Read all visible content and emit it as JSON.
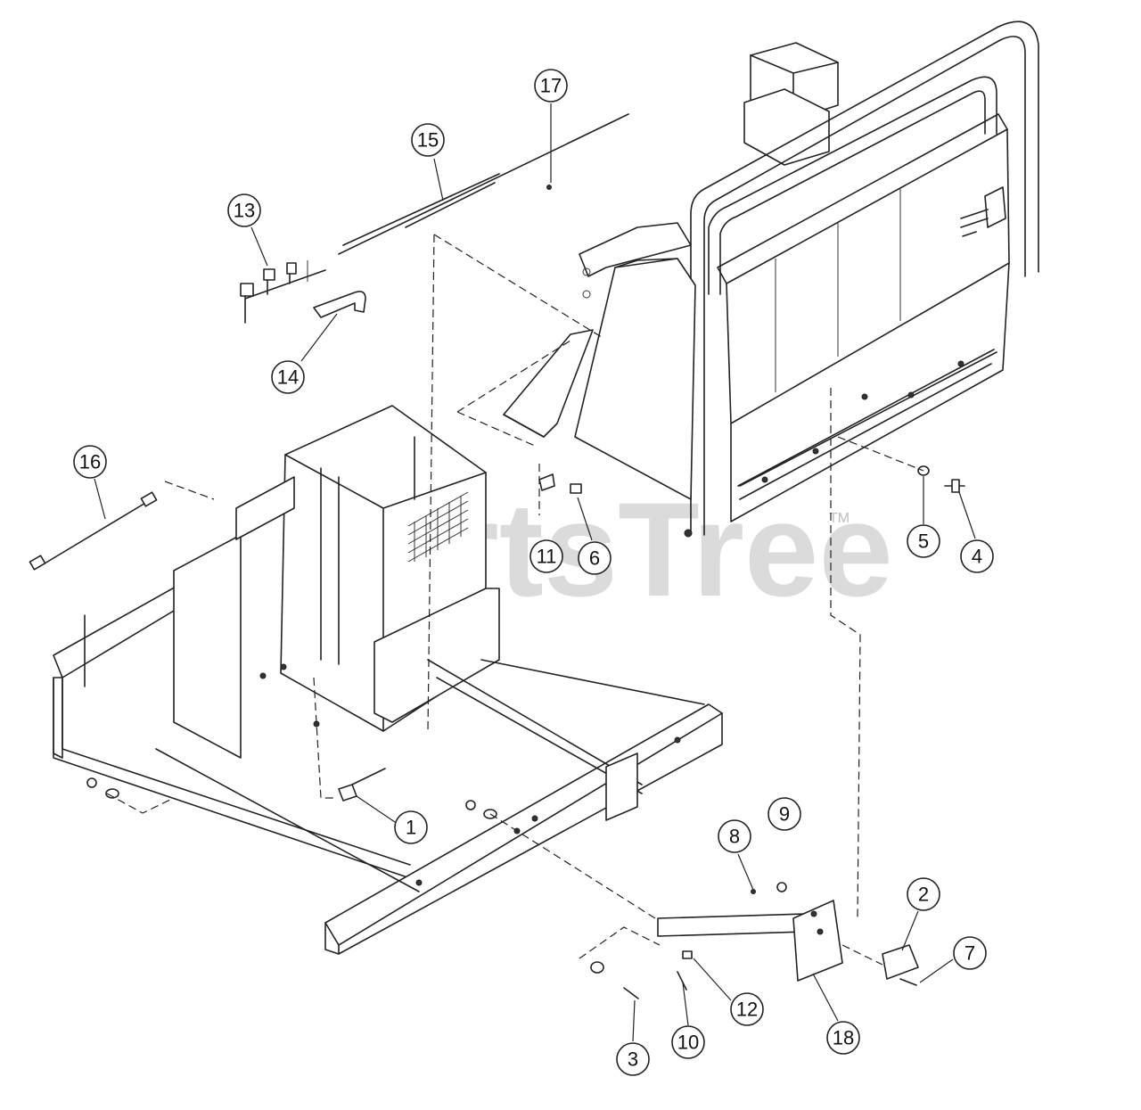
{
  "watermark": {
    "text": "PartsTree",
    "trademark": "TM"
  },
  "callouts": [
    {
      "id": "17",
      "label": "17"
    },
    {
      "id": "15",
      "label": "15"
    },
    {
      "id": "13",
      "label": "13"
    },
    {
      "id": "14",
      "label": "14"
    },
    {
      "id": "16",
      "label": "16"
    },
    {
      "id": "11",
      "label": "11"
    },
    {
      "id": "6",
      "label": "6"
    },
    {
      "id": "5",
      "label": "5"
    },
    {
      "id": "4",
      "label": "4"
    },
    {
      "id": "1",
      "label": "1"
    },
    {
      "id": "9",
      "label": "9"
    },
    {
      "id": "8",
      "label": "8"
    },
    {
      "id": "2",
      "label": "2"
    },
    {
      "id": "7",
      "label": "7"
    },
    {
      "id": "12",
      "label": "12"
    },
    {
      "id": "3",
      "label": "3"
    },
    {
      "id": "10",
      "label": "10"
    },
    {
      "id": "18",
      "label": "18"
    }
  ]
}
